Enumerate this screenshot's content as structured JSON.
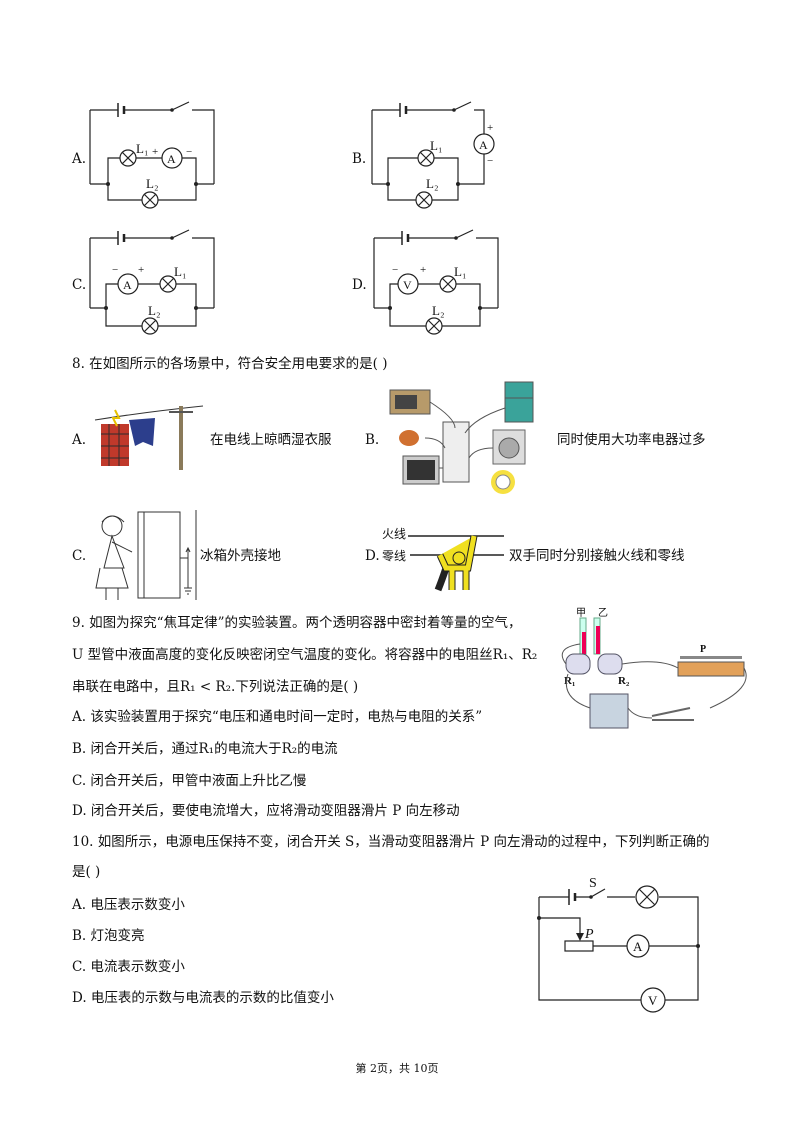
{
  "q7": {
    "options": [
      {
        "letter": "A.",
        "labels": {
          "l1": "L₁",
          "l2": "L₂",
          "meter": "A",
          "plus": "+",
          "minus": "−"
        }
      },
      {
        "letter": "B.",
        "labels": {
          "l1": "L₁",
          "l2": "L₂",
          "meter": "A",
          "plus": "+",
          "minus": "−"
        }
      },
      {
        "letter": "C.",
        "labels": {
          "l1": "L₁",
          "l2": "L₂",
          "meter": "A",
          "plus": "+",
          "minus": "−"
        }
      },
      {
        "letter": "D.",
        "labels": {
          "l1": "L₁",
          "l2": "L₂",
          "meter": "V",
          "plus": "+",
          "minus": "−"
        }
      }
    ]
  },
  "q8": {
    "title": "8. 在如图所示的各场景中，符合安全用电要求的是(    )",
    "options": [
      {
        "letter": "A.",
        "text": "在电线上晾晒湿衣服"
      },
      {
        "letter": "B.",
        "text": "同时使用大功率电器过多"
      },
      {
        "letter": "C.",
        "text": "冰箱外壳接地"
      },
      {
        "letter": "D.",
        "text": "双手同时分别接触火线和零线",
        "fire_wire": "火线",
        "neutral_wire": "零线"
      }
    ]
  },
  "q9": {
    "line1": "9. 如图为探究“焦耳定律”的实验装置。两个透明容器中密封着等量的空气，",
    "line2": "U 型管中液面高度的变化反映密闭空气温度的变化。将容器中的电阻丝R₁、R₂",
    "line3": "串联在电路中，且R₁ < R₂.下列说法正确的是(    )",
    "options": [
      "A. 该实验装置用于探究“电压和通电时间一定时，电热与电阻的关系”",
      "B. 闭合开关后，通过R₁的电流大于R₂的电流",
      "C. 闭合开关后，甲管中液面上升比乙慢",
      "D. 闭合开关后，要使电流增大，应将滑动变阻器滑片 P 向左移动"
    ],
    "figure": {
      "jia": "甲",
      "yi": "乙",
      "r1": "R₁",
      "r2": "R₂",
      "p": "P"
    }
  },
  "q10": {
    "line1": "10. 如图所示，电源电压保持不变，闭合开关 S，当滑动变阻器滑片 P 向左滑动的过程中，下列判断正确的",
    "line2": "是(    )",
    "options": [
      "A. 电压表示数变小",
      "B. 灯泡变亮",
      "C. 电流表示数变小",
      "D. 电压表的示数与电流表的示数的比值变小"
    ],
    "figure": {
      "s": "S",
      "p": "P",
      "ammeter": "A",
      "voltmeter": "V"
    }
  },
  "footer": {
    "page": "第 2页，共 10页"
  }
}
